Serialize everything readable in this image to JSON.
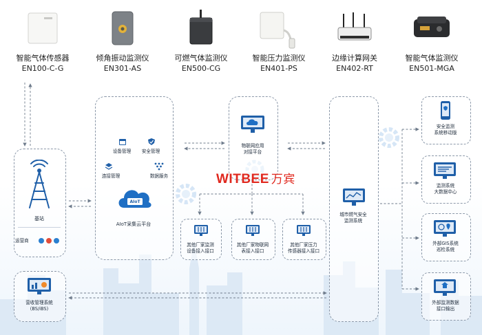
{
  "devices": [
    {
      "name": "智能气体传感器",
      "model": "EN100-C-G"
    },
    {
      "name": "倾角振动监测仪",
      "model": "EN301-AS"
    },
    {
      "name": "可燃气体监测仪",
      "model": "EN500-CG"
    },
    {
      "name": "智能压力监测仪",
      "model": "EN401-PS"
    },
    {
      "name": "边缘计算网关",
      "model": "EN402-RT"
    },
    {
      "name": "智能气体监测仪",
      "model": "EN501-MGA"
    }
  ],
  "base_station": {
    "label": "基站",
    "operator": "运营商"
  },
  "billing": {
    "line1": "营收管理系统",
    "line2": "(BS/iBS)"
  },
  "aiot": {
    "device_mgmt": "设备管理",
    "security_mgmt": "安全管理",
    "connection_mgmt": "连接管理",
    "data_service": "数据服务",
    "badge": "AIoT",
    "platform": "AIoT采集云平台"
  },
  "iot_app": {
    "line1": "物联网应用",
    "line2": "对接平台"
  },
  "brand": {
    "en": "WITBEE",
    "cn": "万宾",
    "color": "#e0281e"
  },
  "interfaces": [
    {
      "line1": "其他厂家监测",
      "line2": "设备接入接口"
    },
    {
      "line1": "其他厂家物联网",
      "line2": "表接入接口"
    },
    {
      "line1": "其他厂家压力",
      "line2": "传感器接入接口"
    }
  ],
  "city_system": {
    "line1": "城市燃气安全",
    "line2": "监测系统"
  },
  "outputs": [
    {
      "line1": "安全监测",
      "line2": "系统移动版"
    },
    {
      "line1": "监测系统",
      "line2": "大数据中心"
    },
    {
      "line1": "外部GIS系统",
      "line2": "巡检系统"
    },
    {
      "line1": "外部监测数据",
      "line2": "接口输出"
    }
  ],
  "colors": {
    "accent": "#1f6fc4",
    "dash": "#8a97a8"
  }
}
